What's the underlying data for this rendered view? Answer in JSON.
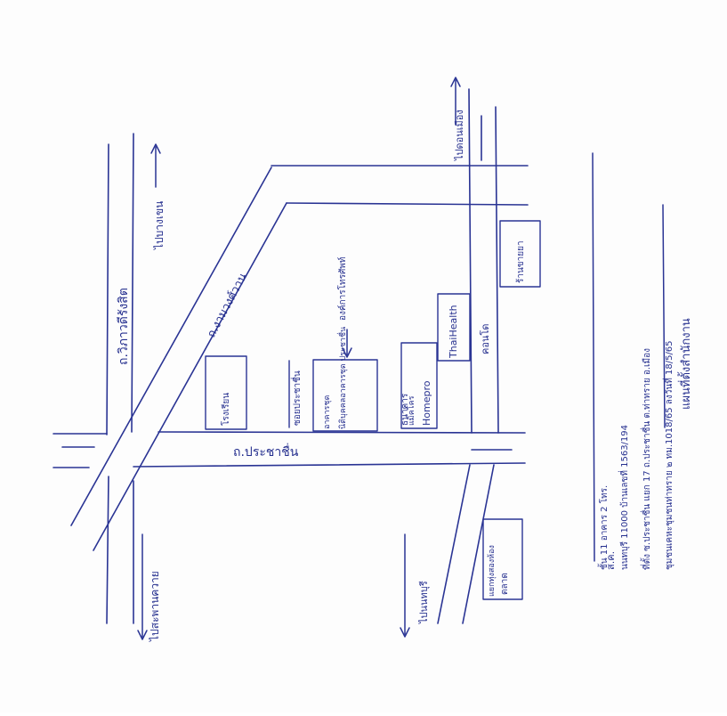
{
  "map": {
    "road_labels": {
      "prachachuen": "ถ.ประชาชื่น",
      "ngamwongwan": "ถ.งามวงศ์วาน",
      "wiphawadi": "ถ.วิภาวดีรังสิต",
      "thung_song_hong": "แยกทุ่งสองห้อง",
      "to_bang_khen": "ไปบางเขน",
      "to_saphan_khwai": "ไปสะพานควาย",
      "to_don_mueang": "ไปดอนเมือง",
      "to_nonthaburi": "ไปนนทบุรี"
    },
    "places": {
      "thai_health": "ThaiHealth",
      "homepro": "Homepro",
      "makro": "แม็คโคร",
      "school_left": "โรงเรียน",
      "pharmacy": "ร้านขายยา",
      "condo": "คอนโด",
      "soi": "ซอยประชาชื่น",
      "building": "อาคารชุด",
      "bldg_prachachuen": "นิติบุคคลอาคารชุด ประชาชื่น",
      "telephone_org": "องค์การโทรศัพท์",
      "bank": "ธนาคาร",
      "market": "ตลาด"
    },
    "notes": {
      "title": "แผนที่ตั้งสำนักงาน",
      "line1": "ชุมชนเคหะชุมชนท่าทราย ๒ ทม.1018/65 ลงวันที่ 18/5/65",
      "line2": "ที่ตั้ง ซ.ประชาชื่น แยก 17 ถ.ประชาชื่น ต.ท่าทราย อ.เมือง",
      "line3": "นนทบุรี 11000 บ้านเลขที่ 1563/194",
      "line4": "ชั้น 11 อาคาร 2 โทร.",
      "signature": "ส.ค."
    },
    "colors": {
      "ink": "#2a3494",
      "paper": "#fdfdfd"
    }
  }
}
